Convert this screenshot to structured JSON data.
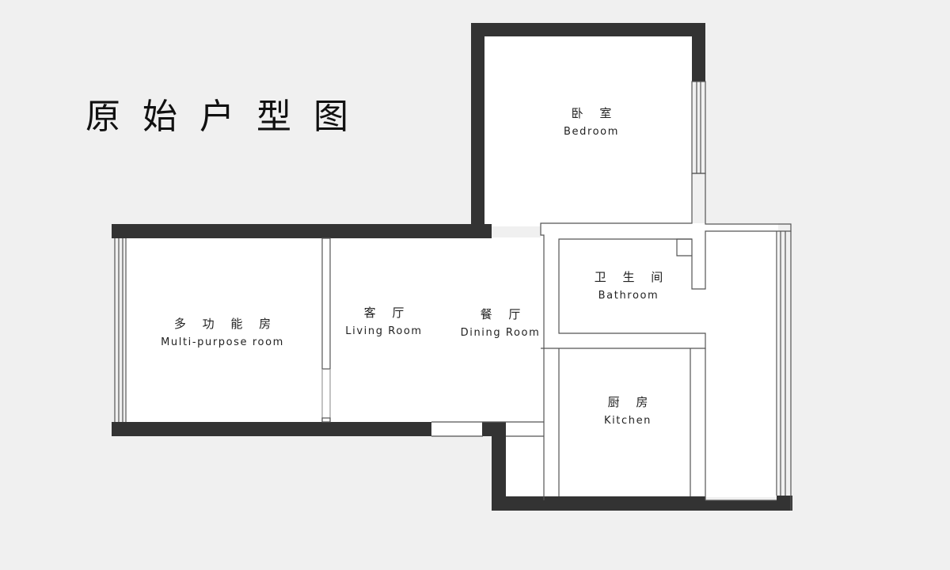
{
  "title": "原始户型图",
  "colors": {
    "background": "#f0f0f0",
    "wall": "#333333",
    "floor": "#ffffff",
    "line": "#555555"
  },
  "rooms": [
    {
      "id": "bedroom",
      "zh": "卧 室",
      "en": "Bedroom"
    },
    {
      "id": "bathroom",
      "zh": "卫 生 间",
      "en": "Bathroom"
    },
    {
      "id": "living",
      "zh": "客 厅",
      "en": "Living Room"
    },
    {
      "id": "dining",
      "zh": "餐 厅",
      "en": "Dining Room"
    },
    {
      "id": "multipurpose",
      "zh": "多 功 能 房",
      "en": "Multi-purpose room"
    },
    {
      "id": "kitchen",
      "zh": "厨 房",
      "en": "Kitchen"
    }
  ]
}
